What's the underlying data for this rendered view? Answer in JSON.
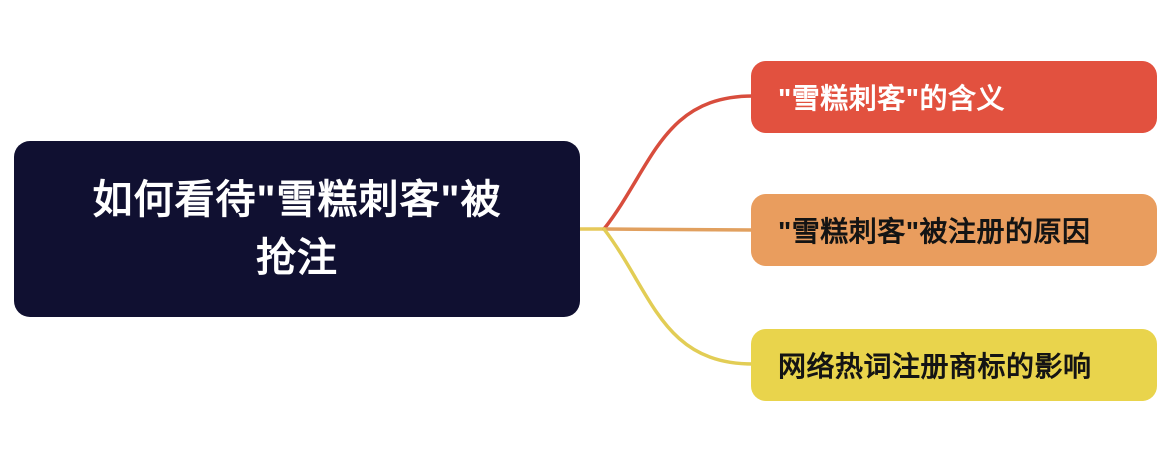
{
  "root": {
    "label": "如何看待\"雪糕刺客\"被抢注",
    "lines": [
      "如何看待\"雪糕刺客\"被",
      "抢注"
    ],
    "bg": "#101031",
    "text_color": "#ffffff"
  },
  "links": {
    "stub_color": "#e6c95a"
  },
  "branches": [
    {
      "label": "\"雪糕刺客\"的含义",
      "bg": "#e2513f",
      "text_color": "#ffffff",
      "line_color": "#d84d3d"
    },
    {
      "label": "\"雪糕刺客\"被注册的原因",
      "bg": "#e99d5e",
      "text_color": "#141414",
      "line_color": "#e1a05f"
    },
    {
      "label": "网络热词注册商标的影响",
      "bg": "#e9d44c",
      "text_color": "#141414",
      "line_color": "#e2cd55"
    }
  ]
}
